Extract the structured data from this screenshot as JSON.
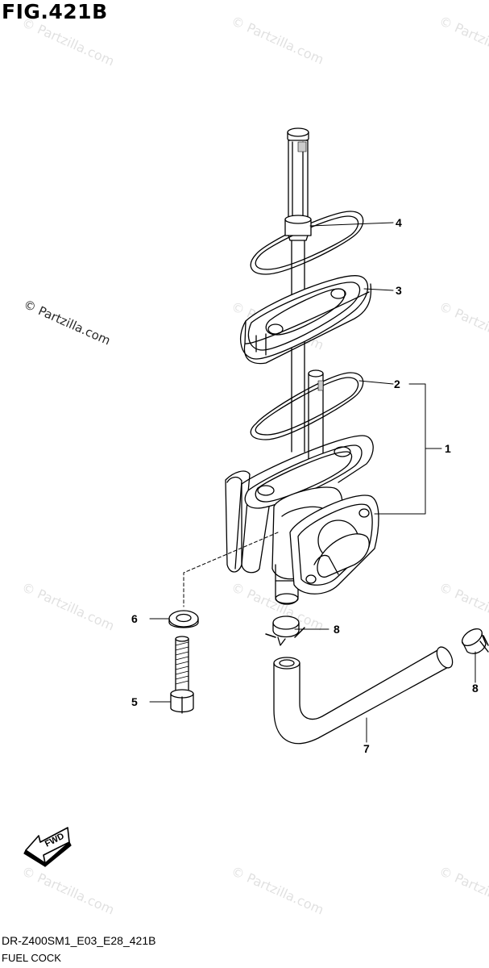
{
  "header": {
    "title": "FIG.421B"
  },
  "watermark": {
    "text": "© Partzilla.com"
  },
  "callouts": {
    "c1": "1",
    "c2": "2",
    "c3": "3",
    "c4": "4",
    "c5": "5",
    "c6": "6",
    "c7": "7",
    "c8a": "8",
    "c8b": "8"
  },
  "footer": {
    "code": "DR-Z400SM1_E03_E28_421B",
    "name": "FUEL COCK"
  },
  "fwd_badge": {
    "text": "FWD"
  }
}
